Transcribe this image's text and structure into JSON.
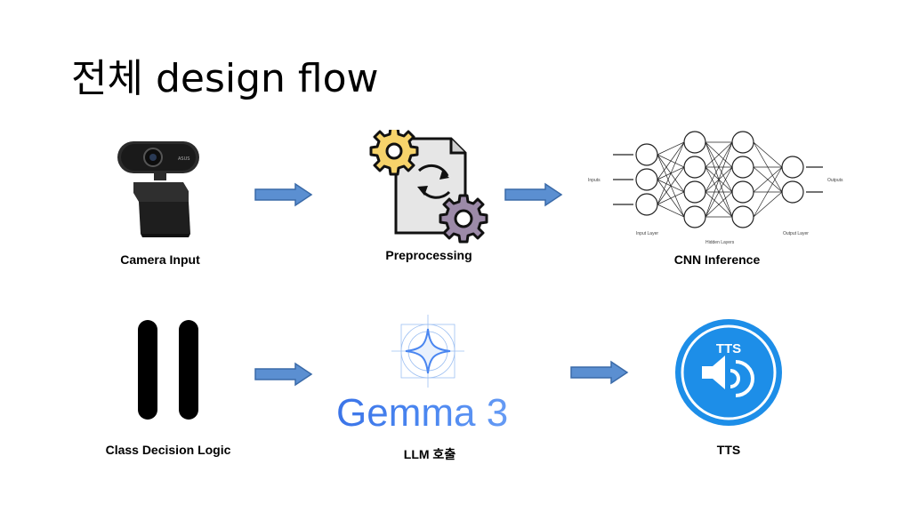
{
  "title": "전체 design flow",
  "steps": [
    {
      "label": "Camera Input",
      "icon": "webcam-icon"
    },
    {
      "label": "Preprocessing",
      "icon": "document-gears-icon"
    },
    {
      "label": "CNN Inference",
      "icon": "neural-network-icon"
    },
    {
      "label": "Class Decision Logic",
      "icon": "pause-icon"
    },
    {
      "label": "LLM 호출",
      "icon": "gemma-logo"
    },
    {
      "label": "TTS",
      "icon": "tts-speaker-icon"
    }
  ],
  "gemma_logo_text": "Gemma 3",
  "tts_badge_text": "TTS",
  "nn_labels": {
    "inputs": "Inputs",
    "outputs": "Outputs",
    "input_layer": "Input Layer",
    "hidden_layers": "Hidden Layers",
    "output_layer": "Output Layer"
  },
  "colors": {
    "arrow_fill": "#5b8fd1",
    "arrow_stroke": "#3a6aa8",
    "gear_yellow": "#f6d36b",
    "gear_purple": "#9c8aa8",
    "tts_blue": "#1d8ee8",
    "gemma_blue": "#4a86f0"
  }
}
